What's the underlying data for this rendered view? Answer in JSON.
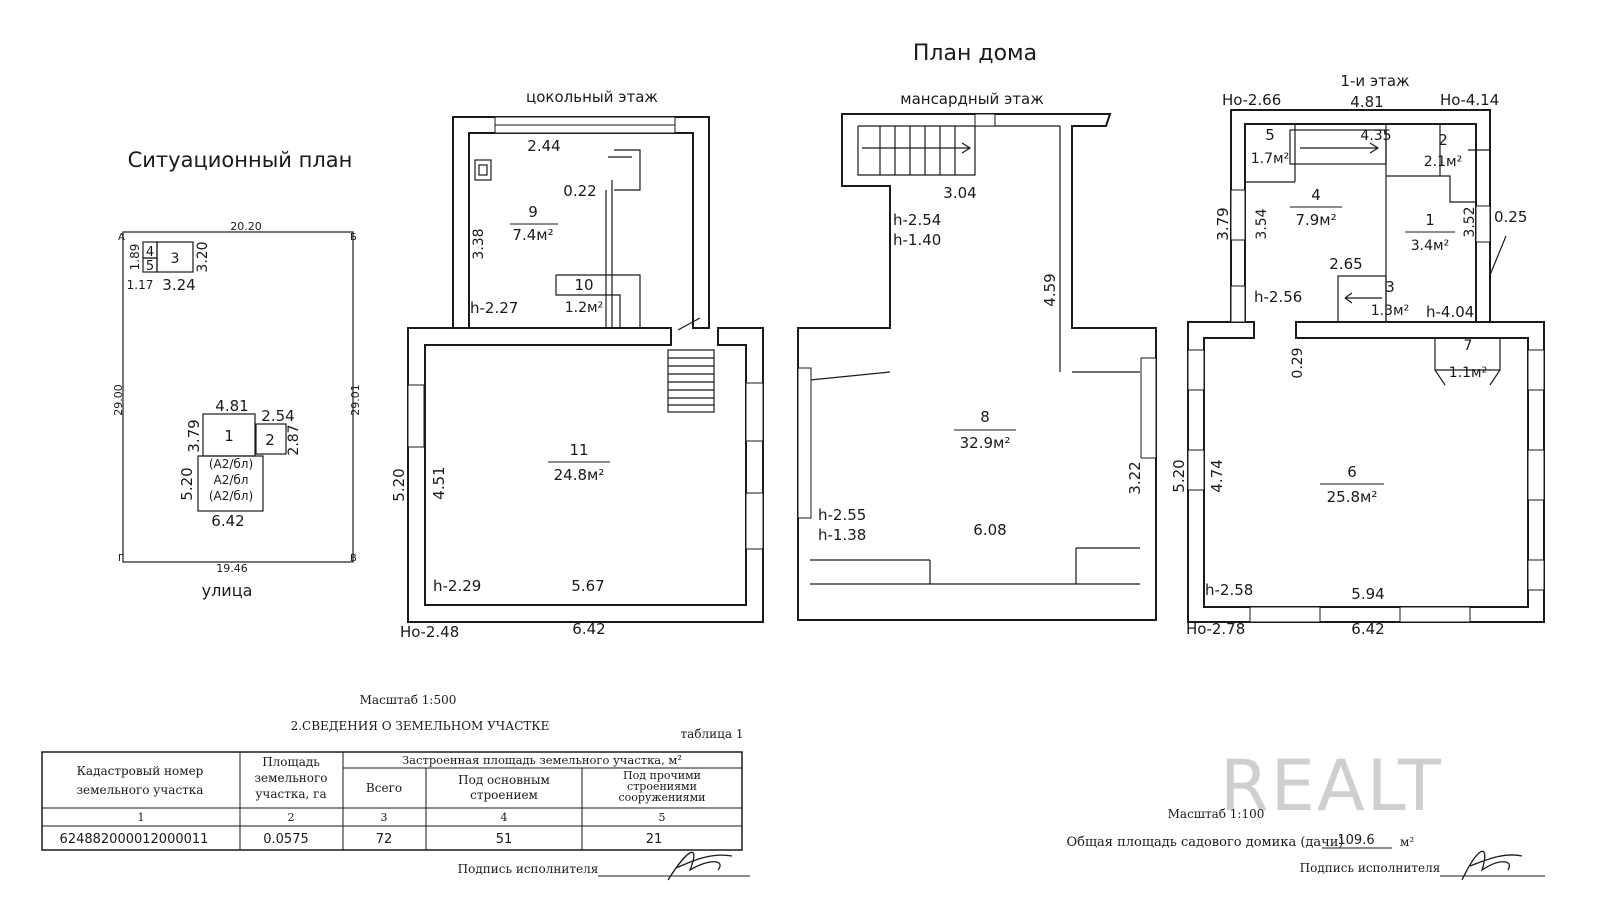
{
  "titles": {
    "house_plan": "План дома",
    "situation_plan": "Ситуационный план",
    "basement": "цокольный этаж",
    "mansard": "мансардный этаж",
    "first_floor": "1-и этаж",
    "street": "улица"
  },
  "situation": {
    "corners": [
      "А",
      "Б",
      "В",
      "Г"
    ],
    "top": "20.20",
    "bottom": "19.46",
    "left": "29.00",
    "right": "29.01",
    "shed_a": "4",
    "shed_b": "5",
    "shed_c": "3",
    "shed_h": "1.89",
    "shed_w1": "1.17",
    "shed_w2": "3.24",
    "shed_v": "3.20",
    "house": "1",
    "annex": "2",
    "d_481": "4.81",
    "d_379": "3.79",
    "d_254": "2.54",
    "d_287": "2.87",
    "d_520": "5.20",
    "d_642": "6.42",
    "a2_1": "(А2/бл)",
    "a2_2": "А2/бл",
    "a2_3": "(А2/бл)"
  },
  "basement": {
    "r9_num": "9",
    "r9_area": "7.4м²",
    "r10_num": "10",
    "r10_area": "1.2м²",
    "r11_num": "11",
    "r11_area": "24.8м²",
    "d_244": "2.44",
    "d_022": "0.22",
    "d_338": "3.38",
    "h_227": "h-2.27",
    "d_520": "5.20",
    "d_451": "4.51",
    "h_229": "h-2.29",
    "d_567": "5.67",
    "ho_248": "Но-2.48",
    "d_642": "6.42"
  },
  "mansard": {
    "r8_num": "8",
    "r8_area": "32.9м²",
    "d_304": "3.04",
    "h_254": "h-2.54",
    "h_140": "h-1.40",
    "d_459": "4.59",
    "h_255": "h-2.55",
    "h_138": "h-1.38",
    "d_608": "6.08",
    "d_322": "3.22"
  },
  "first": {
    "ho_266": "Но-2.66",
    "d_481": "4.81",
    "ho_414": "Но-4.14",
    "r5_num": "5",
    "r5_area": "1.7м²",
    "d_435": "4.35",
    "r2_num": "2",
    "r2_area": "2.1м²",
    "r4_num": "4",
    "r4_area": "7.9м²",
    "r1_num": "1",
    "r1_area": "3.4м²",
    "d_379": "3.79",
    "d_354": "3.54",
    "d_352": "3.52",
    "d_025": "0.25",
    "d_265": "2.65",
    "r3_num": "3",
    "r3_area": "1.3м²",
    "h_256": "h-2.56",
    "h_404": "h-4.04",
    "d_029": "0.29",
    "r7_num": "7",
    "r7_area": "1.1м²",
    "r6_num": "6",
    "r6_area": "25.8м²",
    "d_520": "5.20",
    "d_474": "4.74",
    "h_258": "h-2.58",
    "d_594": "5.94",
    "ho_278": "Но-2.78",
    "d_642": "6.42"
  },
  "footer": {
    "scale_500": "Масштаб 1:500",
    "section": "2.СВЕДЕНИЯ О ЗЕМЕЛЬНОМ УЧАСТКЕ",
    "table_no": "таблица 1",
    "scale_100": "Масштаб 1:100",
    "total_label": "Общая площадь садового домика (дачи)",
    "total_value": "109.6",
    "total_unit": "м²",
    "signature": "Подпись исполнителя",
    "watermark": "REALT"
  },
  "table": {
    "h_cad_1": "Кадастровый номер",
    "h_cad_2": "земельного участка",
    "h_area_1": "Площадь",
    "h_area_2": "земельного",
    "h_area_3": "участка, га",
    "h_built": "Застроенная площадь земельного участка, м²",
    "h_total": "Всего",
    "h_main_1": "Под основным",
    "h_main_2": "строением",
    "h_other_1": "Под прочими",
    "h_other_2": "строениями",
    "h_other_3": "сооружениями",
    "c1": "1",
    "c2": "2",
    "c3": "3",
    "c4": "4",
    "c5": "5",
    "v_cad": "624882000012000011",
    "v_area": "0.0575",
    "v_total": "72",
    "v_main": "51",
    "v_other": "21"
  }
}
